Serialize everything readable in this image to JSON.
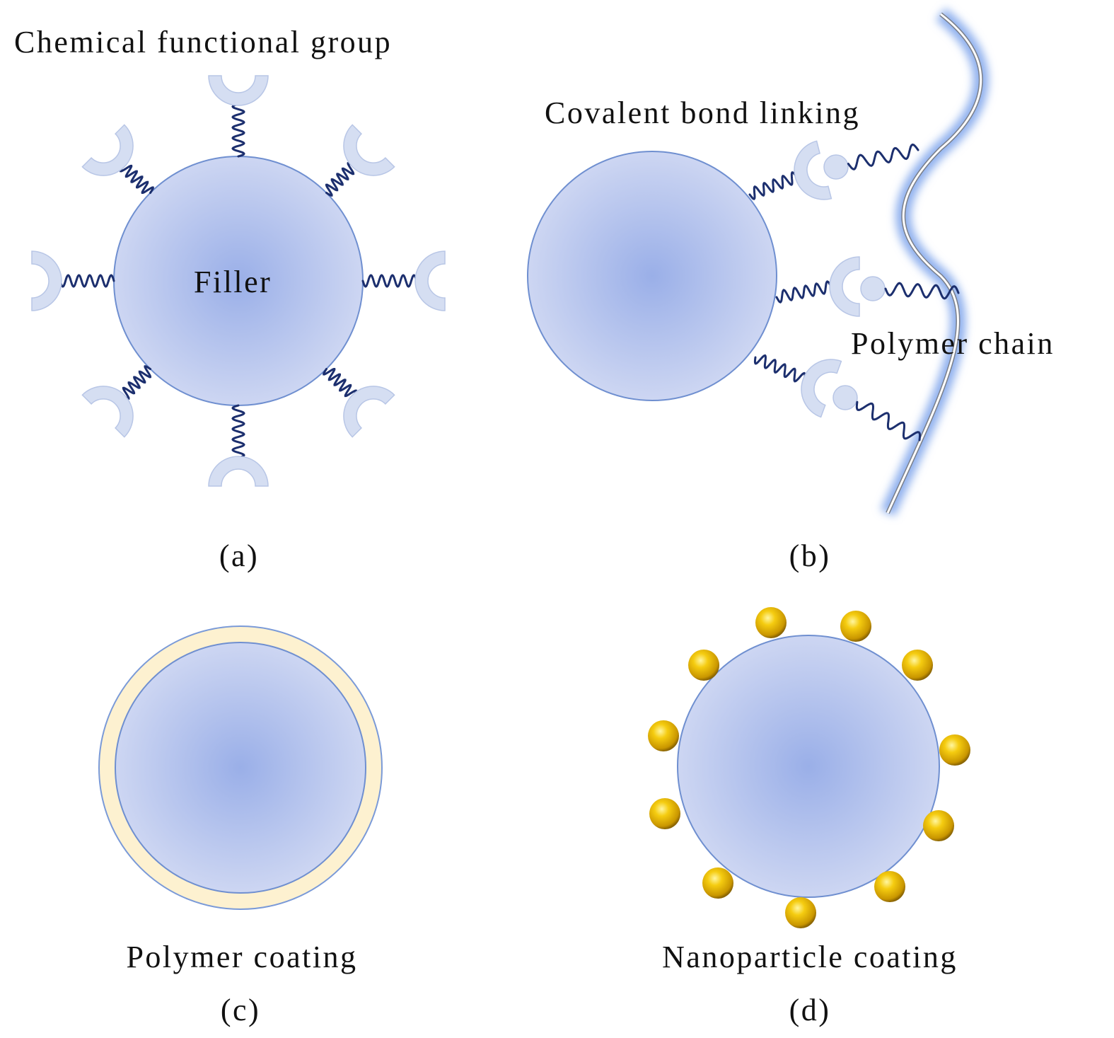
{
  "labels": {
    "chemical_functional_group": "Chemical functional group",
    "filler": "Filler",
    "covalent_bond_linking": "Covalent bond linking",
    "polymer_chain": "Polymer chain",
    "polymer_coating": "Polymer coating",
    "nanoparticle_coating": "Nanoparticle coating"
  },
  "panels": {
    "a": "(a)",
    "b": "(b)",
    "c": "(c)",
    "d": "(d)"
  },
  "colors": {
    "filler_center": "#9aafe8",
    "filler_edge": "#cdd6f2",
    "filler_stroke": "#6f8fd0",
    "spring": "#1c2f6e",
    "group": "#d5def2",
    "coating": "#fdf1d0",
    "nanoparticle": "#f2c200",
    "polymer_glow": "#8fb0ee"
  }
}
